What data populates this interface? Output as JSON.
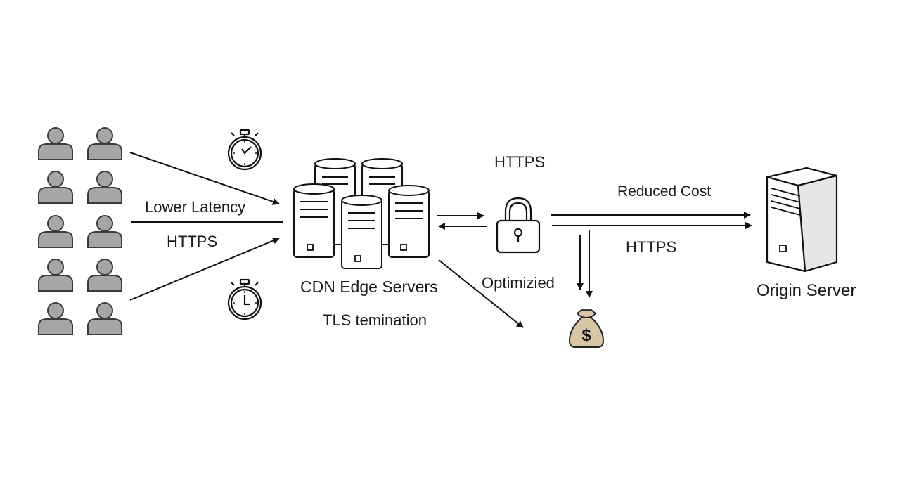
{
  "labels": {
    "lower_latency": "Lower Latency",
    "https_left": "HTTPS",
    "cdn_edge_servers": "CDN Edge Servers",
    "tls_termination": "TLS temination",
    "https_top": "HTTPS",
    "optimized": "Optimizied",
    "reduced_cost": "Reduced Cost",
    "https_right": "HTTPS",
    "origin_server": "Origin Server",
    "dollar_sign": "$"
  },
  "icons": {
    "user": "user-icon",
    "stopwatch": "stopwatch-icon",
    "server": "server-icon",
    "lock": "lock-icon",
    "money_bag": "money-bag-icon"
  },
  "colors": {
    "user_fill": "#a6a6a6",
    "user_stroke": "#3a3a3a",
    "line": "#111111",
    "money_bag": "#d9c6a6"
  }
}
